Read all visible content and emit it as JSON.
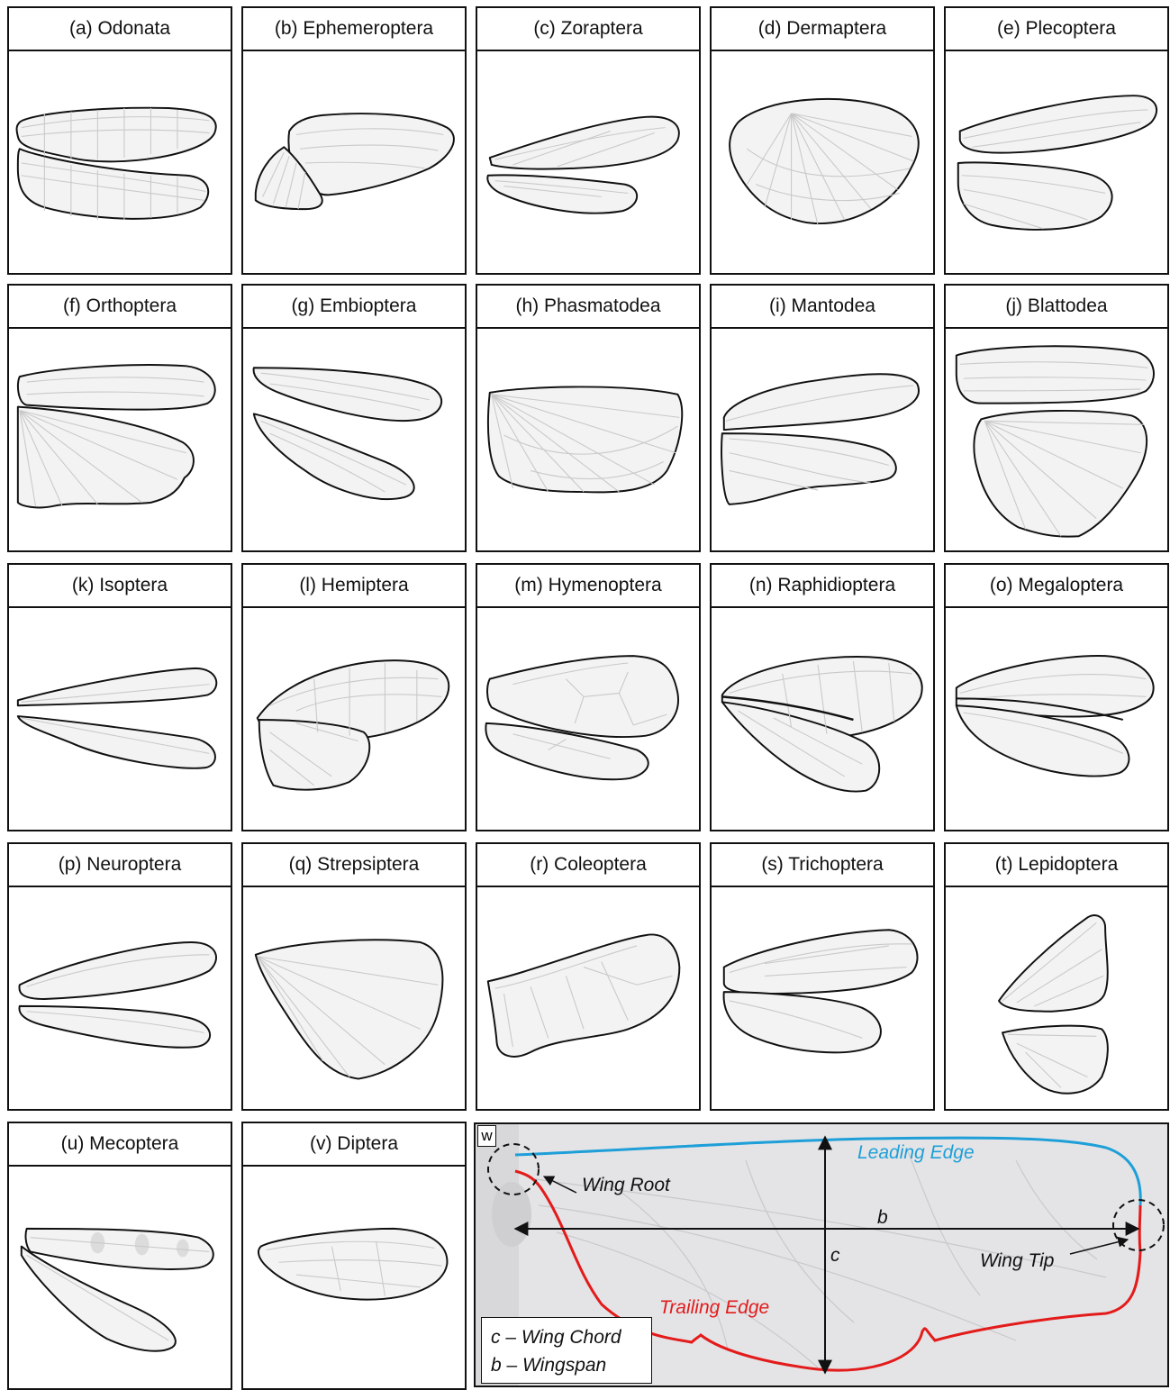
{
  "panels": [
    {
      "label": "(a) Odonata"
    },
    {
      "label": "(b) Ephemeroptera"
    },
    {
      "label": "(c) Zoraptera"
    },
    {
      "label": "(d) Dermaptera"
    },
    {
      "label": "(e) Plecoptera"
    },
    {
      "label": "(f) Orthoptera"
    },
    {
      "label": "(g) Embioptera"
    },
    {
      "label": "(h) Phasmatodea"
    },
    {
      "label": "(i) Mantodea"
    },
    {
      "label": "(j) Blattodea"
    },
    {
      "label": "(k) Isoptera"
    },
    {
      "label": "(l) Hemiptera"
    },
    {
      "label": "(m) Hymenoptera"
    },
    {
      "label": "(n) Raphidioptera"
    },
    {
      "label": "(o) Megaloptera"
    },
    {
      "label": "(p) Neuroptera"
    },
    {
      "label": "(q) Strepsiptera"
    },
    {
      "label": "(r) Coleoptera"
    },
    {
      "label": "(s) Trichoptera"
    },
    {
      "label": "(t) Lepidoptera"
    },
    {
      "label": "(u) Mecoptera"
    },
    {
      "label": "(v) Diptera"
    }
  ],
  "detail": {
    "tag": "w",
    "leading_edge": "Leading Edge",
    "trailing_edge": "Trailing Edge",
    "wing_root": "Wing Root",
    "wing_tip": "Wing Tip",
    "span_symbol": "b",
    "chord_symbol": "c",
    "legend": {
      "chord": "c – Wing Chord",
      "span": "b – Wingspan"
    },
    "colors": {
      "leading_edge": "#1e9fd8",
      "trailing_edge": "#e31b1b"
    }
  }
}
